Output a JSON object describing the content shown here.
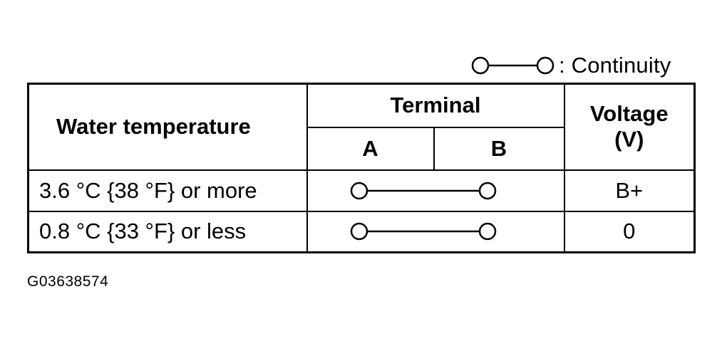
{
  "legend": {
    "label": ": Continuity"
  },
  "table": {
    "header": {
      "water_temperature": "Water temperature",
      "terminal": "Terminal",
      "terminal_a": "A",
      "terminal_b": "B",
      "voltage_line1": "Voltage",
      "voltage_line2": "(V)"
    },
    "rows": [
      {
        "temperature": "3.6 °C {38 °F} or more",
        "continuity": true,
        "voltage": "B+"
      },
      {
        "temperature": "0.8 °C {33 °F} or less",
        "continuity": true,
        "voltage": "0"
      }
    ]
  },
  "figure_id": "G03638574"
}
